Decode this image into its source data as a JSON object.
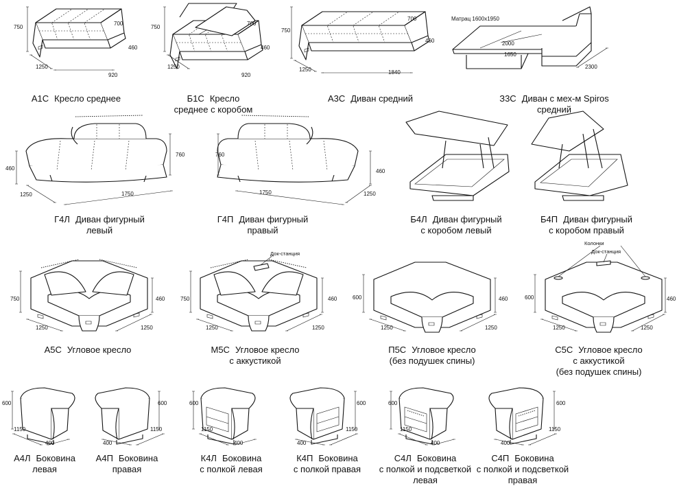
{
  "matrass_note": "Матрац 1600х1950",
  "dock_note": "Док-станция",
  "speakers_note": "Колонки",
  "items": [
    {
      "code": "А1С",
      "lines": [
        "Кресло среднее"
      ],
      "dims": [
        "750",
        "1250",
        "920",
        "700",
        "460"
      ]
    },
    {
      "code": "Б1С",
      "lines": [
        "Кресло",
        "среднее с коробом"
      ],
      "dims": [
        "750",
        "1250",
        "920",
        "700",
        "460"
      ]
    },
    {
      "code": "А3С",
      "lines": [
        "Диван средний"
      ],
      "dims": [
        "750",
        "1250",
        "1840",
        "700",
        "460"
      ]
    },
    {
      "code": "З3С",
      "lines": [
        "Диван с мех-м Spiros",
        "средний"
      ],
      "dims": [
        "2300",
        "2000",
        "1650"
      ]
    },
    {
      "code": "Г4Л",
      "lines": [
        "Диван фигурный",
        "левый"
      ],
      "dims": [
        "460",
        "1250",
        "1750",
        "760"
      ]
    },
    {
      "code": "Г4П",
      "lines": [
        "Диван фигурный",
        "правый"
      ],
      "dims": [
        "760",
        "1750",
        "460",
        "1250"
      ]
    },
    {
      "code": "Б4Л",
      "lines": [
        "Диван фигурный",
        "с коробом левый"
      ],
      "dims": []
    },
    {
      "code": "Б4П",
      "lines": [
        "Диван фигурный",
        "с коробом правый"
      ],
      "dims": []
    },
    {
      "code": "А5С",
      "lines": [
        "Угловое кресло"
      ],
      "dims": [
        "750",
        "1250",
        "1250",
        "460"
      ]
    },
    {
      "code": "М5С",
      "lines": [
        "Угловое кресло",
        "с аккустикой"
      ],
      "dims": [
        "750",
        "1250",
        "1250",
        "460"
      ]
    },
    {
      "code": "П5С",
      "lines": [
        "Угловое кресло",
        "(без подушек спины)"
      ],
      "dims": [
        "600",
        "1250",
        "1250",
        "460"
      ]
    },
    {
      "code": "С5С",
      "lines": [
        "Угловое кресло",
        "с аккустикой",
        "(без подушек спины)"
      ],
      "dims": [
        "600",
        "1250",
        "1250",
        "460"
      ]
    },
    {
      "code": "А4Л",
      "lines": [
        "Боковина",
        "левая"
      ],
      "dims": [
        "600",
        "1150",
        "400"
      ]
    },
    {
      "code": "А4П",
      "lines": [
        "Боковина",
        "правая"
      ],
      "dims": [
        "600",
        "400",
        "1150"
      ]
    },
    {
      "code": "К4Л",
      "lines": [
        "Боковина",
        "с полкой левая"
      ],
      "dims": [
        "600",
        "1150",
        "400"
      ]
    },
    {
      "code": "К4П",
      "lines": [
        "Боковина",
        "с полкой правая"
      ],
      "dims": [
        "600",
        "400",
        "1150"
      ]
    },
    {
      "code": "С4Л",
      "lines": [
        "Боковина",
        "с полкой и подсветкой",
        "левая"
      ],
      "dims": [
        "600",
        "1150",
        "400"
      ]
    },
    {
      "code": "С4П",
      "lines": [
        "Боковина",
        "с полкой и подсветкой",
        "правая"
      ],
      "dims": [
        "600",
        "400",
        "1150"
      ]
    }
  ]
}
